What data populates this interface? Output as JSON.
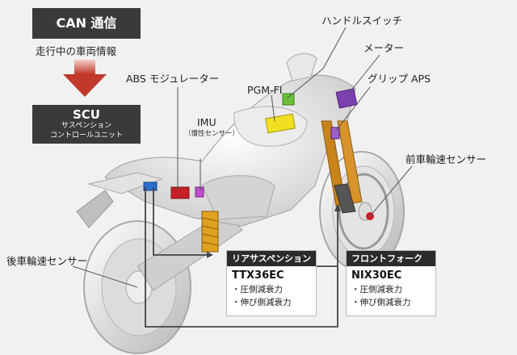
{
  "can": {
    "title": "CAN 通信",
    "subtitle": "走行中の車両情報"
  },
  "scu": {
    "title": "SCU",
    "line1": "サスペンション",
    "line2": "コントロールユニット"
  },
  "labels": {
    "handle_switch": "ハンドルスイッチ",
    "meter": "メーター",
    "grip_aps": "グリップ APS",
    "abs_modulator": "ABS モジュレーター",
    "pgm_fi": "PGM-FI",
    "imu": "IMU",
    "imu_sub": "（慣性センサー）",
    "front_speed_sensor": "前車輪速センサー",
    "rear_speed_sensor": "後車輪速センサー"
  },
  "rear_suspension": {
    "header": "リアサスペンション",
    "model": "TTX36EC",
    "features": [
      "・圧側減衰力",
      "・伸び側減衰力"
    ]
  },
  "front_fork": {
    "header": "フロントフォーク",
    "model": "NIX30EC",
    "features": [
      "・圧側減衰力",
      "・伸び側減衰力"
    ]
  },
  "colors": {
    "arrow": "#c0392b",
    "box_dark": "#3a3a3a",
    "fork": "#c8841a",
    "shock": "#e0a020",
    "green": "#69c035",
    "yellow": "#f1df22",
    "purple": "#7c3fb0",
    "red": "#c62026",
    "blue": "#2a6fd0",
    "magenta": "#c04bd0"
  }
}
